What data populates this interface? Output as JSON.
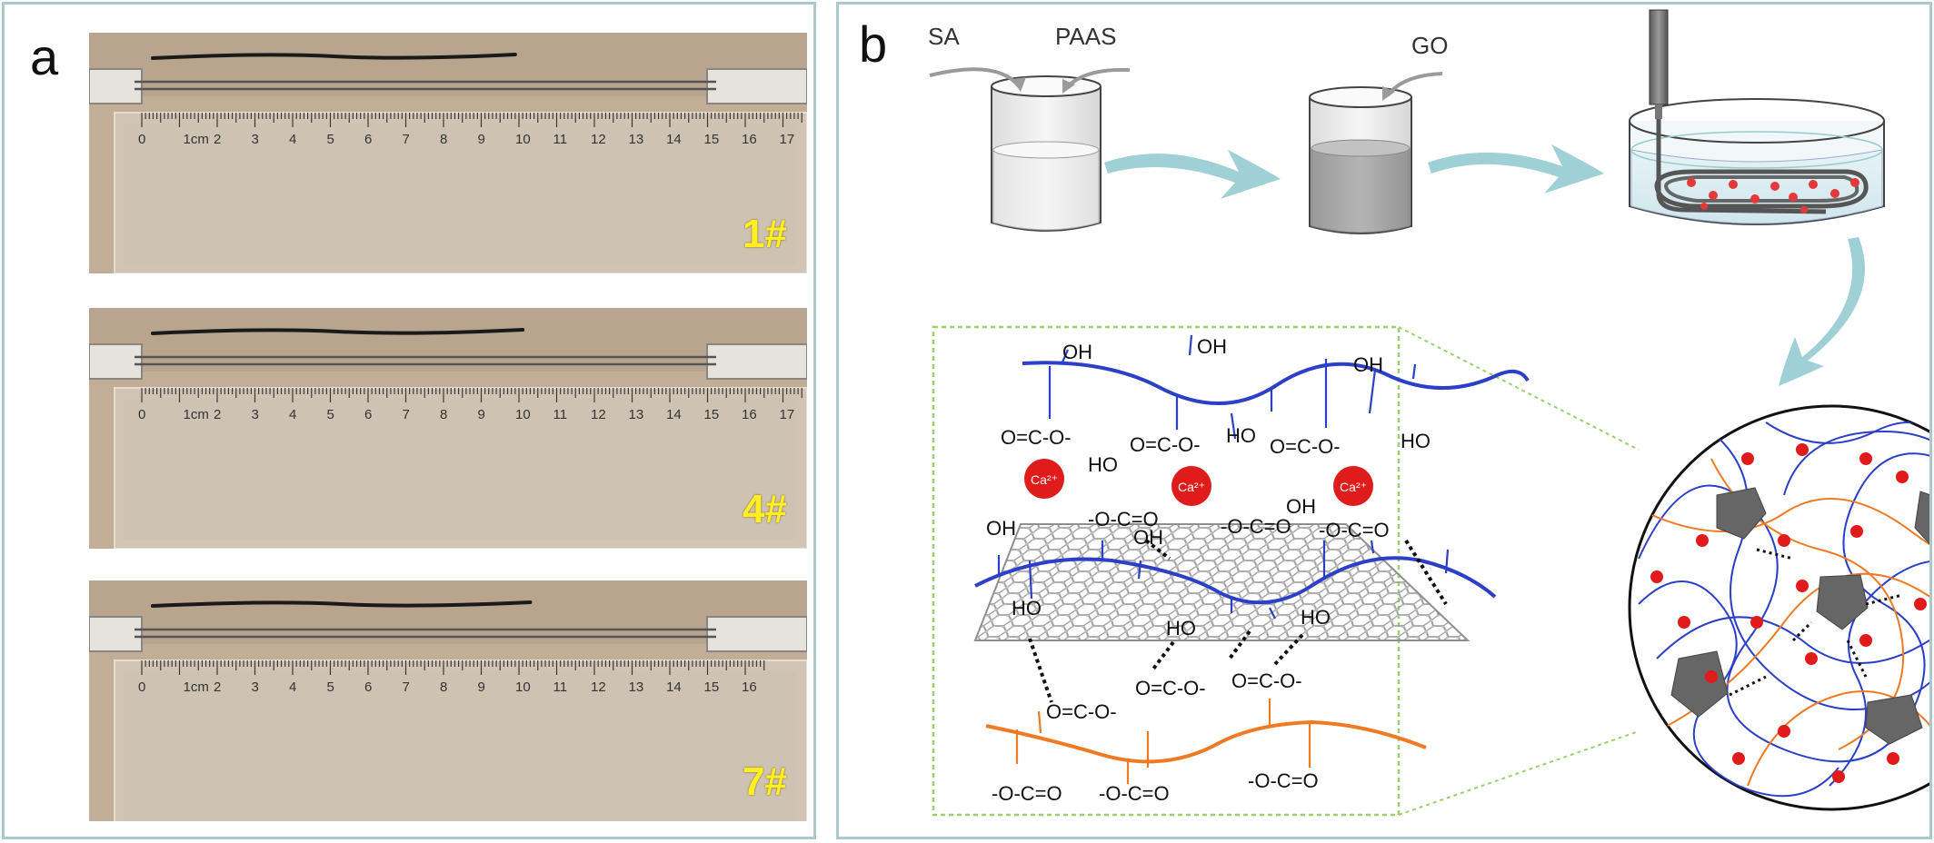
{
  "panel_a": {
    "letter": "a",
    "photos": [
      {
        "label": "1#",
        "ruler_max": 17,
        "unit_label": "1cm",
        "fiber_length_cm": 9.9
      },
      {
        "label": "4#",
        "ruler_max": 17,
        "unit_label": "1cm",
        "fiber_length_cm": 10.1
      },
      {
        "label": "7#",
        "ruler_max": 16,
        "unit_label": "1cm",
        "fiber_length_cm": 10.3
      }
    ]
  },
  "panel_b": {
    "letter": "b",
    "reagents": {
      "sa": "SA",
      "paas": "PAAS",
      "go": "GO"
    },
    "ions": {
      "ca1": "Ca²⁺",
      "ca2": "Ca²⁺",
      "ca3": "Ca²⁺"
    },
    "groups": {
      "oh": "OH",
      "ho": "HO",
      "carboxylate": "O=C-O-",
      "carboxylate_rev": "-O-C=O"
    }
  },
  "colors": {
    "panel_border": "#a9c9cf",
    "arrow": "#9fd0d6",
    "sa_chain": "#2b3fc9",
    "paas_chain": "#f07a23",
    "calcium": "#e01b1b",
    "graphene": "#8f8f8f",
    "zoom_border": "#9bd06a",
    "label_yellow": "#ffee22"
  }
}
